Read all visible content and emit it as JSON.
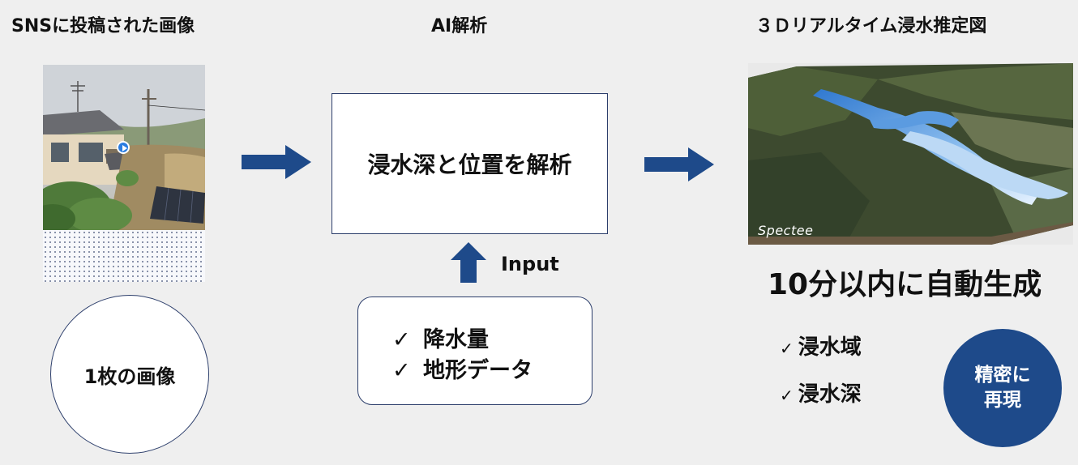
{
  "columns": {
    "sns": {
      "heading": "SNSに投稿された画像",
      "circle_label": "1枚の画像"
    },
    "ai": {
      "heading": "AI解析",
      "box_label": "浸水深と位置を解析",
      "input_label": "Input",
      "inputs": [
        "降水量",
        "地形データ"
      ],
      "check_mark": "✓"
    },
    "result": {
      "heading": "３Ｄリアルタイム浸水推定図",
      "map_logo": "Spectee",
      "big_text": "10分以内に自動生成",
      "outputs": [
        "浸水域",
        "浸水深"
      ],
      "check_mark": "✓",
      "badge_line1": "精密に",
      "badge_line2": "再現"
    }
  },
  "colors": {
    "arrow": "#1e4a8a",
    "badge": "#1e4a8a",
    "background": "#efefef",
    "flood_water": "#4a90d9"
  }
}
